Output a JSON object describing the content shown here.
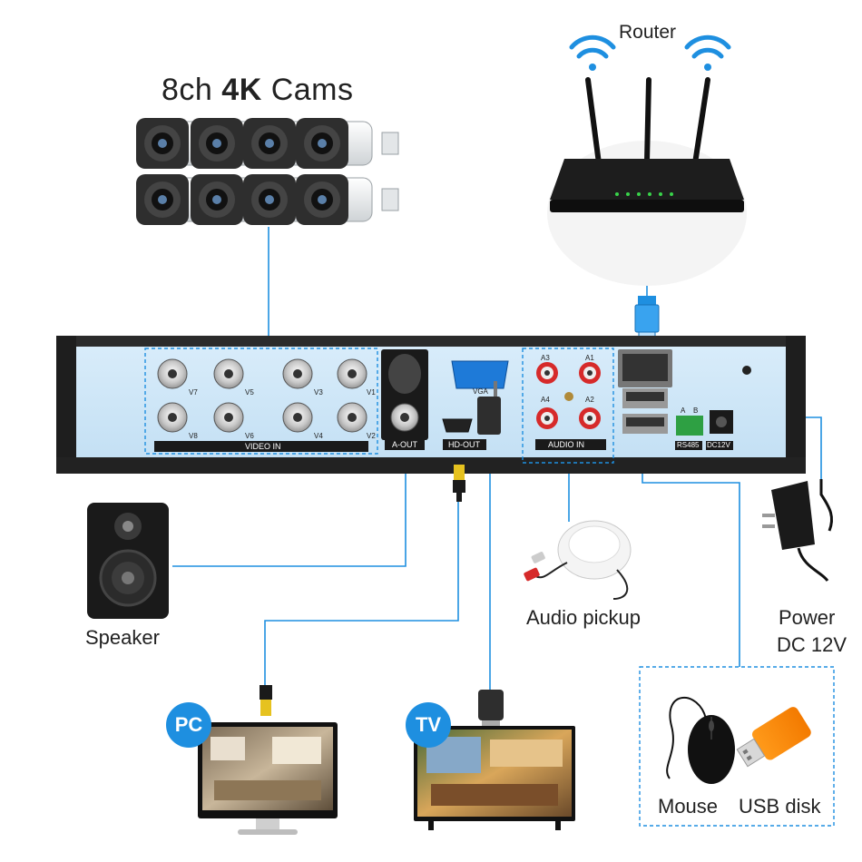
{
  "title": {
    "prefix": "8ch",
    "bold": "4K",
    "suffix": "Cams"
  },
  "router": {
    "label": "Router"
  },
  "dvr_panel": {
    "video_channels": [
      "V7",
      "V5",
      "V3",
      "V1",
      "V8",
      "V6",
      "V4",
      "V2"
    ],
    "video_in_label": "VIDEO IN",
    "a_out_label": "A-OUT",
    "vga_label": "VGA",
    "hd_out_label": "HD-OUT",
    "audio_channels": [
      "A3",
      "A1",
      "A4",
      "A2"
    ],
    "audio_in_label": "AUDIO IN",
    "rs485_label": "RS485",
    "dc12v_label": "DC12V",
    "rs485_pins": [
      "A",
      "B"
    ]
  },
  "devices": {
    "speaker": "Speaker",
    "audio_pickup": "Audio pickup",
    "power_line1": "Power",
    "power_line2": "DC 12V",
    "pc_badge": "PC",
    "tv_badge": "TV",
    "mouse": "Mouse",
    "usb_disk": "USB disk"
  },
  "colors": {
    "connector": "#1e8fe0",
    "panel": "#cfe6f7",
    "frame": "#2b2b2b"
  }
}
